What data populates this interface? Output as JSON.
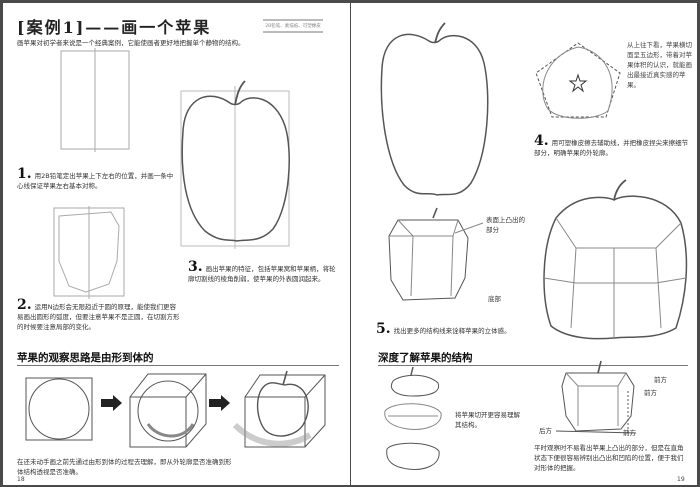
{
  "left_page": {
    "title": "[案例1]——画一个苹果",
    "tools": "2B铅笔、素描纸、可塑橡皮",
    "intro": "画苹果对初学者来说是一个经典案例，它能使画者更好地把握单个静物的结构。",
    "steps": [
      {
        "num": "1.",
        "text": "用2B铅笔定出苹果上下左右的位置，并画一条中心线保证苹果左右基本对称。"
      },
      {
        "num": "2.",
        "text": "运用N边形会无限趋近于圆的原理，能使我们更容易画出圆形的弧度，但要注意苹果不是正圆，在切割方形的时候要注意局部的变化。"
      },
      {
        "num": "3.",
        "text": "画出苹果的特征，包括苹果窝和苹果柄，将轮廓切割线的棱角削弱，使苹果的外表圆润起来。"
      }
    ],
    "section_title": "苹果的观察思路是由形到体的",
    "caption": "在还未动手画之前先通过由形到体的过程去理解，即从外轮廓是否准确到形体结构透视是否准确。",
    "page_number": "18"
  },
  "right_page": {
    "pentagon_note": "从上往下看，苹果横切面呈五边形，带着对苹果体积的认识，就能画出最接近真实感的苹果。",
    "steps": [
      {
        "num": "4.",
        "text": "用可塑橡皮擦去辅助线，并把橡皮捏尖来擦细节部分，明确苹果的外轮廓。"
      },
      {
        "num": "5.",
        "text": "找出更多的结构线来诠释苹果的立体感。"
      }
    ],
    "label_bulge": "表面上凸出的部分",
    "label_bottom": "底部",
    "section_title": "深度了解苹果的结构",
    "slice_note": "将苹果切开更容易理解其结构。",
    "label_front_top": "前方",
    "label_front_mid": "前方",
    "label_back": "后方",
    "label_front_bottom": "前方",
    "bottom_note": "平时观察时不易看出苹果上凸出的部分，但是在直角状态下便很容易辨别出凸出和凹陷的位置，便于我们对形体的把握。",
    "page_number": "19"
  }
}
